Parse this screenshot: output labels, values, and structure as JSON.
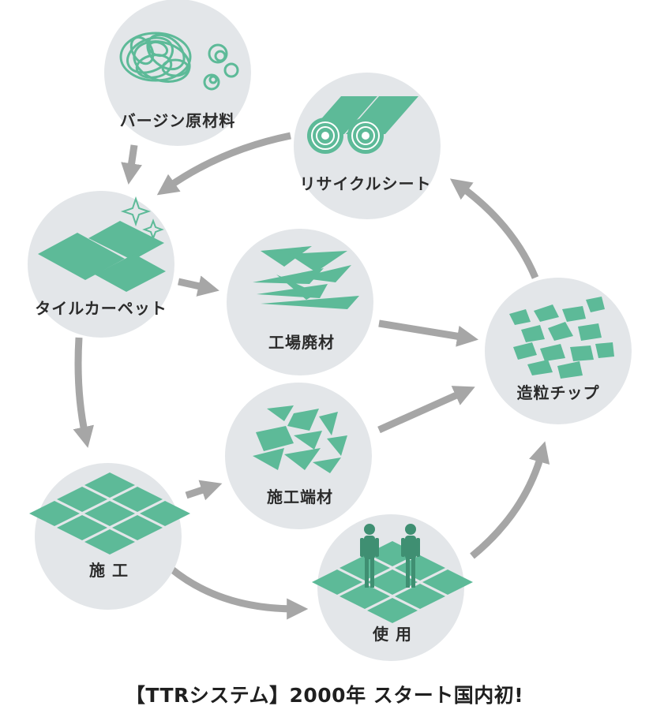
{
  "colors": {
    "circle": "#e3e6e9",
    "accent": "#5dba98",
    "accent_dark": "#3f8f72",
    "arrow": "#a6a6a6",
    "text": "#2b2b2b"
  },
  "nodes": {
    "virgin": {
      "label": "バージン原材料",
      "icon": "tangled-fiber-icon"
    },
    "recycle_sheet": {
      "label": "リサイクルシート",
      "icon": "rolled-sheets-icon"
    },
    "tile_carpet": {
      "label": "タイルカーペット",
      "icon": "carpet-tiles-icon"
    },
    "factory_waste": {
      "label": "工場廃材",
      "icon": "scrap-strips-icon"
    },
    "granule_chips": {
      "label": "造粒チップ",
      "icon": "granule-chips-icon"
    },
    "install_offcuts": {
      "label": "施工端材",
      "icon": "offcut-pieces-icon"
    },
    "installation": {
      "label": "施 工",
      "icon": "tile-grid-icon"
    },
    "usage": {
      "label": "使 用",
      "icon": "people-on-floor-icon"
    }
  },
  "caption": "【TTRシステム】2000年 スタート国内初!"
}
